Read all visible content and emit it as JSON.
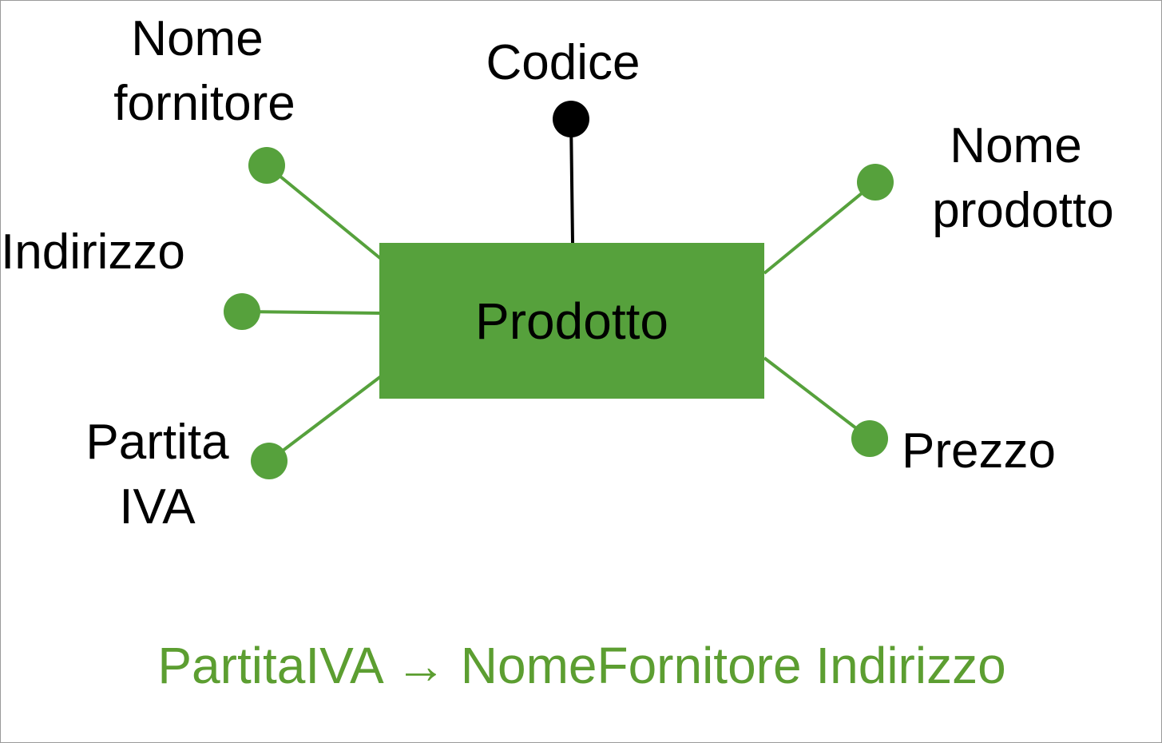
{
  "colors": {
    "entity_fill": "#56a13c",
    "attribute_line": "#56a13c",
    "attribute_dot": "#56a13c",
    "key_attribute": "#000000",
    "text": "#000000",
    "dependency_text": "#5c9e31",
    "frame_border": "#9a9a9a"
  },
  "entity": {
    "name": "Prodotto"
  },
  "key_attribute": {
    "line1": "Codice"
  },
  "attributes": {
    "nome_fornitore": {
      "line1": "Nome",
      "line2": "fornitore"
    },
    "indirizzo": {
      "line1": "Indirizzo"
    },
    "partita_iva": {
      "line1": "Partita",
      "line2": "IVA"
    },
    "nome_prodotto": {
      "line1": "Nome",
      "line2": "prodotto"
    },
    "prezzo": {
      "line1": "Prezzo"
    }
  },
  "functional_dependency": {
    "text": "PartitaIVA → NomeFornitore Indirizzo"
  }
}
